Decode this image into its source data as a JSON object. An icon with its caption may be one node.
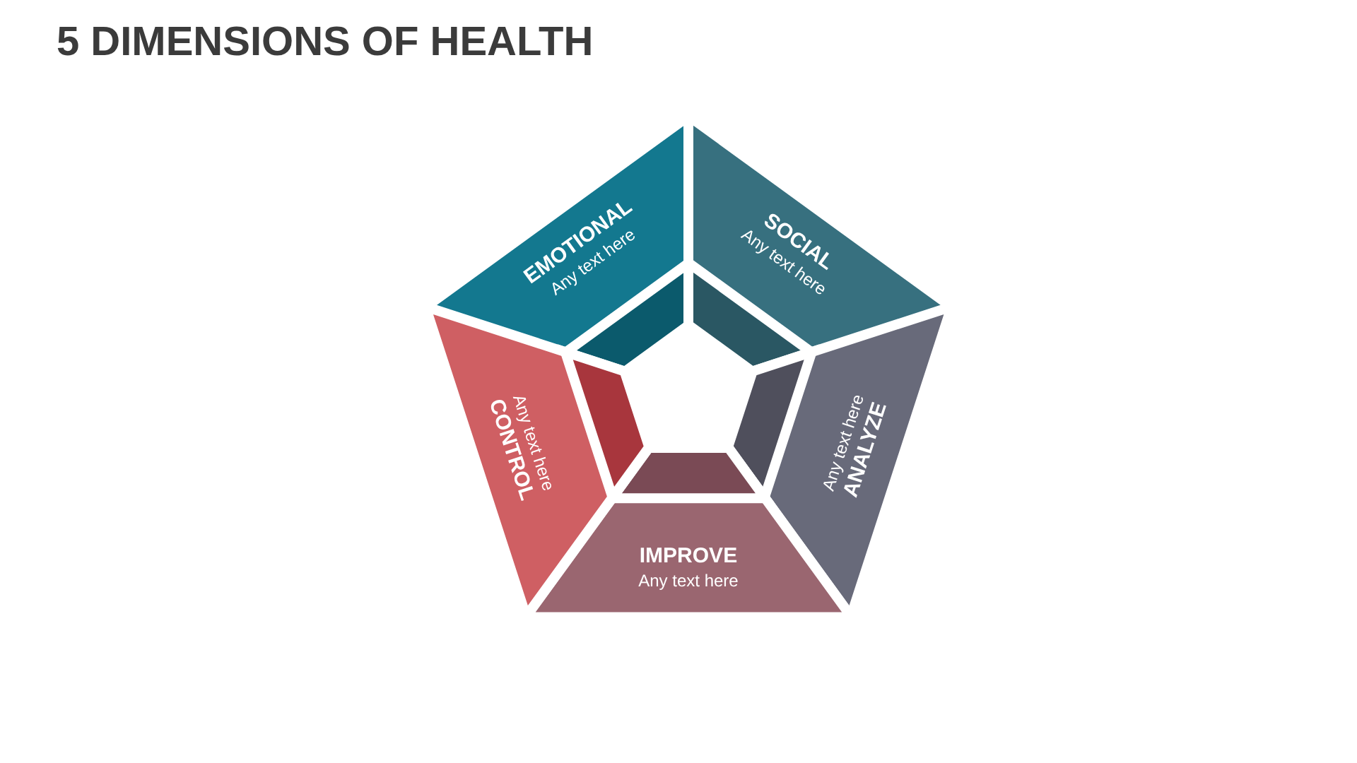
{
  "diagram": {
    "title": "5 DIMENSIONS OF HEALTH",
    "nodes": [
      {
        "text": [
          "EMOTIONAL",
          "Any text here"
        ]
      },
      {
        "text": [
          "SOCIAL",
          "Any text here"
        ]
      },
      {
        "text": [
          "ANALYZE",
          "Any text here"
        ]
      },
      {
        "text": [
          "IMPROVE",
          "Any text here"
        ]
      },
      {
        "text": [
          "CONTROL",
          "Any text here"
        ]
      }
    ],
    "edges": []
  }
}
